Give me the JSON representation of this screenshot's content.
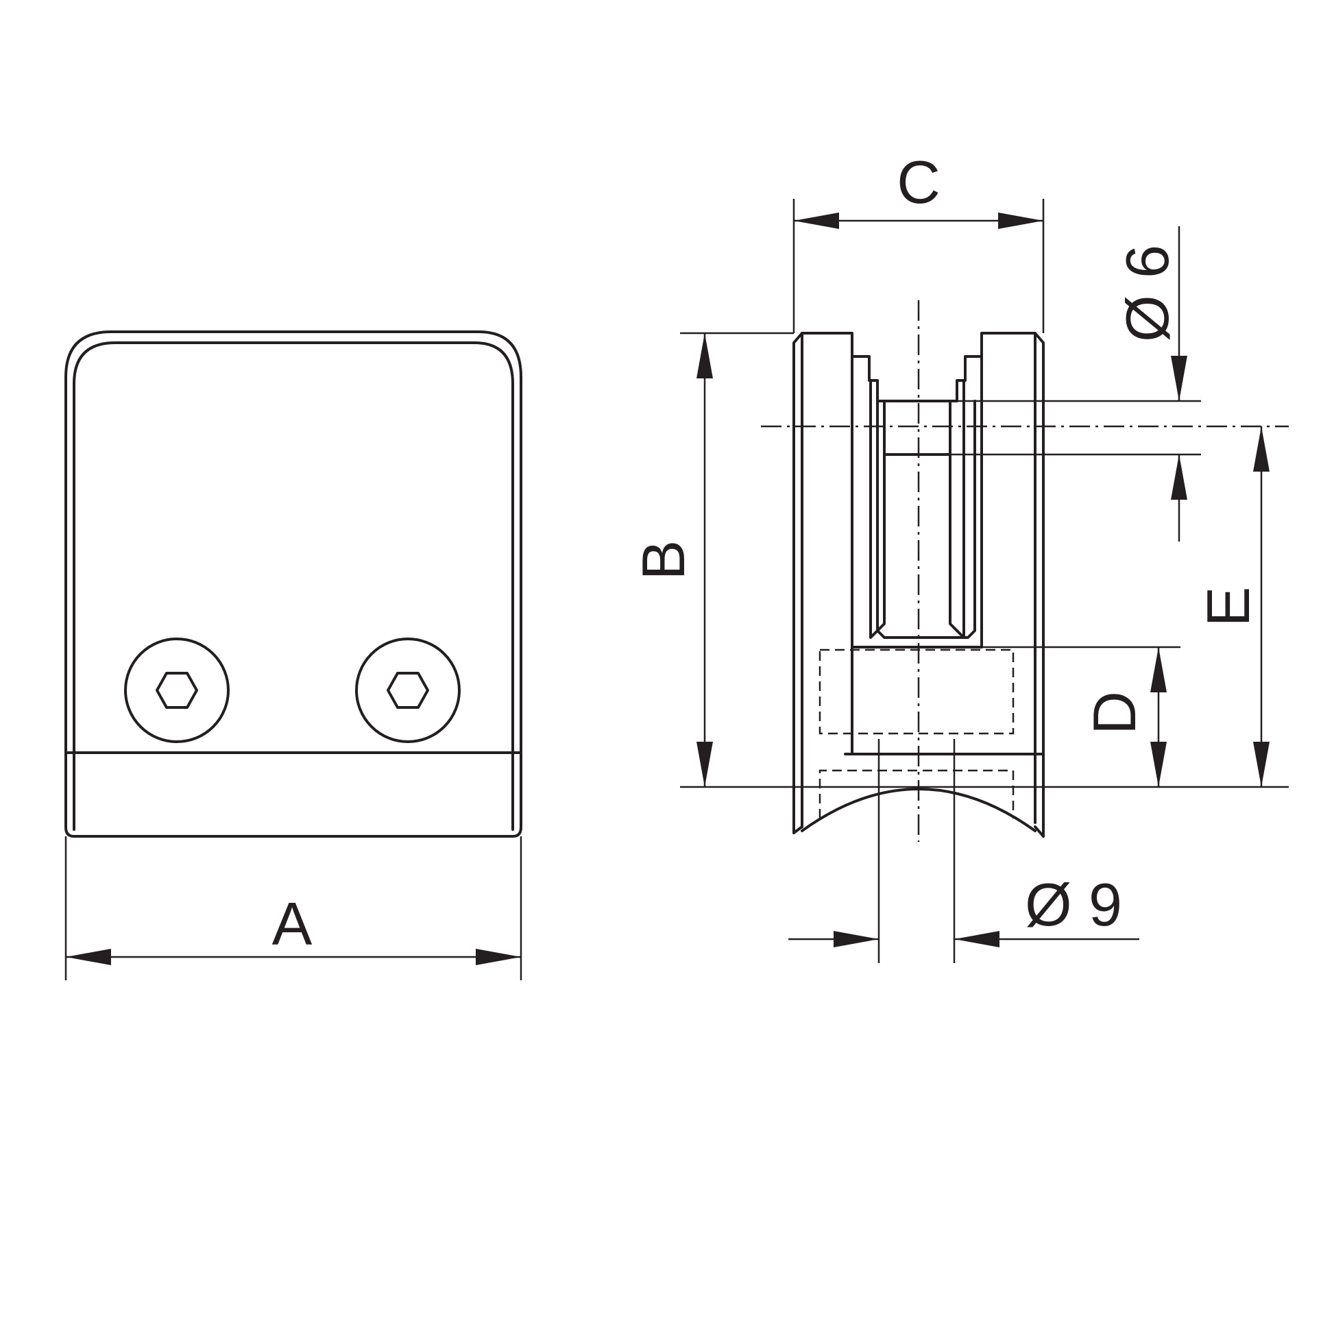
{
  "diagram": {
    "front_view": {
      "name": "front-view",
      "screws": 2
    },
    "side_view": {
      "name": "side-view"
    },
    "dimensions": {
      "A": "A",
      "B": "B",
      "C": "C",
      "D": "D",
      "E": "E",
      "diameter_small": "Ø 6",
      "diameter_large": "Ø 9"
    },
    "colors": {
      "stroke": "#231f20",
      "background": "#ffffff"
    }
  }
}
